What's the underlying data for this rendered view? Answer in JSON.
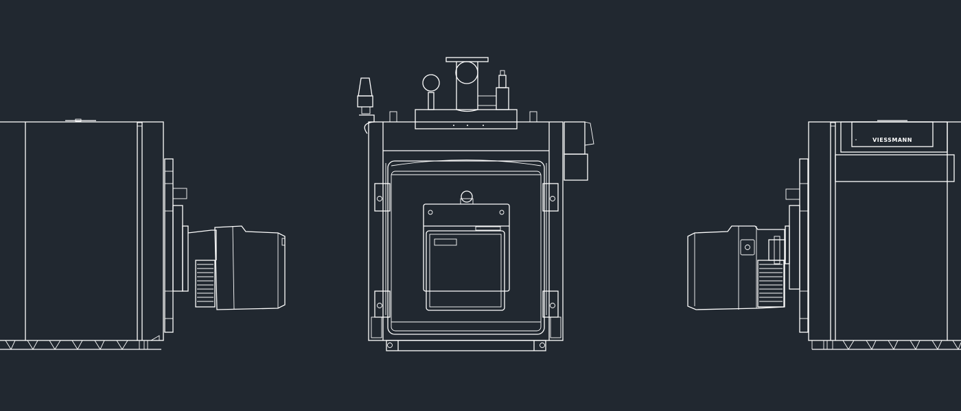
{
  "drawing": {
    "background_color": "#212830",
    "line_color": "#ffffff",
    "views": [
      {
        "name": "left-side-view"
      },
      {
        "name": "front-view"
      },
      {
        "name": "right-side-view"
      }
    ],
    "logo_text": "VIESSMANN"
  }
}
